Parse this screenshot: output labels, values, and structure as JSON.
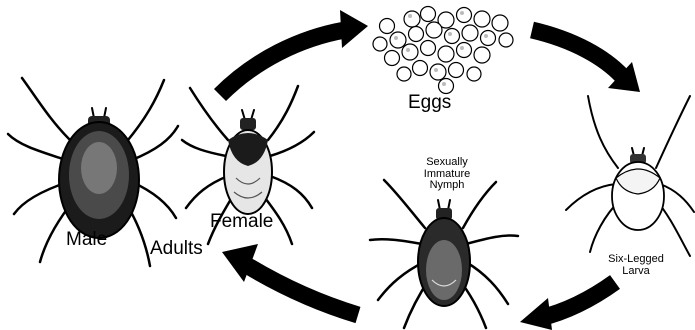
{
  "title": "",
  "stages": {
    "eggs": "Eggs",
    "larva": [
      "Six-Legged",
      "Larva"
    ],
    "nymph": [
      "Sexually",
      "Immature",
      "Nymph"
    ],
    "adults": "Adults",
    "male": "Male",
    "female": "Female"
  },
  "cycle_order": [
    "Eggs",
    "Six-Legged Larva",
    "Sexually Immature Nymph",
    "Adults"
  ],
  "colors": {
    "arrow": "#000000",
    "ink": "#000000",
    "background": "#ffffff"
  }
}
